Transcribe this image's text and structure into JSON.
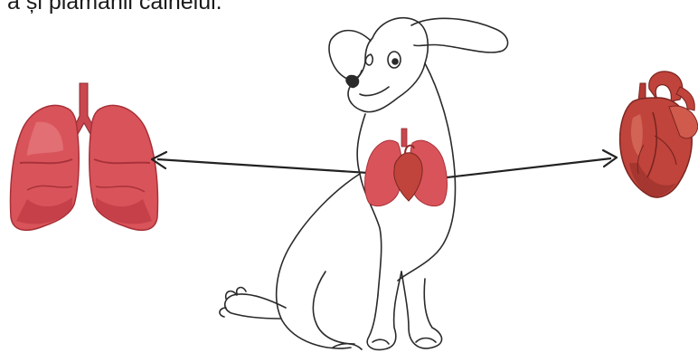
{
  "caption": "a și plămânii câinelui.",
  "colors": {
    "lung_fill": "#d9545a",
    "lung_shade": "#b8343d",
    "lung_light": "#e98a8c",
    "trachea": "#c9474f",
    "heart_fill": "#c0443c",
    "heart_dark": "#8e2b27",
    "heart_light": "#de7a67",
    "outline": "#2a2a2a",
    "arrow": "#222222",
    "background": "#ffffff"
  },
  "diagram": {
    "subject": "dog-outline",
    "organs": [
      "lungs",
      "heart"
    ],
    "arrows": [
      "arrow-to-lungs",
      "arrow-to-heart"
    ]
  }
}
